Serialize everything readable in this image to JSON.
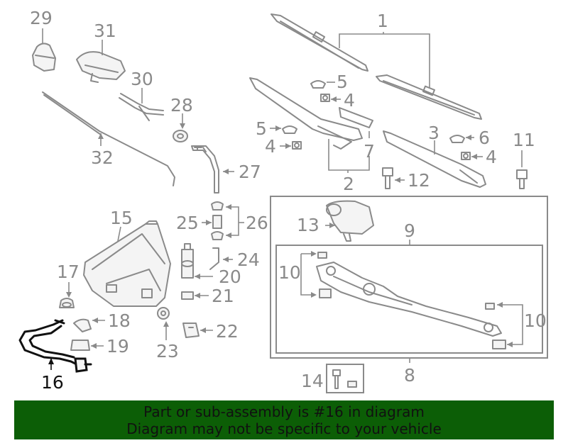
{
  "diagram": {
    "highlighted_part": "16",
    "labels": {
      "p1": "1",
      "p2": "2",
      "p3": "3",
      "p4a": "4",
      "p4b": "4",
      "p4c": "4",
      "p5a": "5",
      "p5b": "5",
      "p6": "6",
      "p7": "7",
      "p8": "8",
      "p9": "9",
      "p10a": "10",
      "p10b": "10",
      "p11": "11",
      "p12": "12",
      "p13": "13",
      "p14": "14",
      "p15": "15",
      "p16": "16",
      "p17": "17",
      "p18": "18",
      "p19": "19",
      "p20": "20",
      "p21": "21",
      "p22": "22",
      "p23": "23",
      "p24": "24",
      "p25": "25",
      "p26": "26",
      "p27": "27",
      "p28": "28",
      "p29": "29",
      "p30": "30",
      "p31": "31",
      "p32": "32"
    }
  },
  "banner": {
    "line1": "Part or sub-assembly is #16 in diagram",
    "line2": "Diagram may not be specific to your vehicle"
  },
  "colors": {
    "banner_bg": "#0c5e06",
    "part_stroke": "#8a8a8a",
    "highlight_stroke": "#111111"
  }
}
